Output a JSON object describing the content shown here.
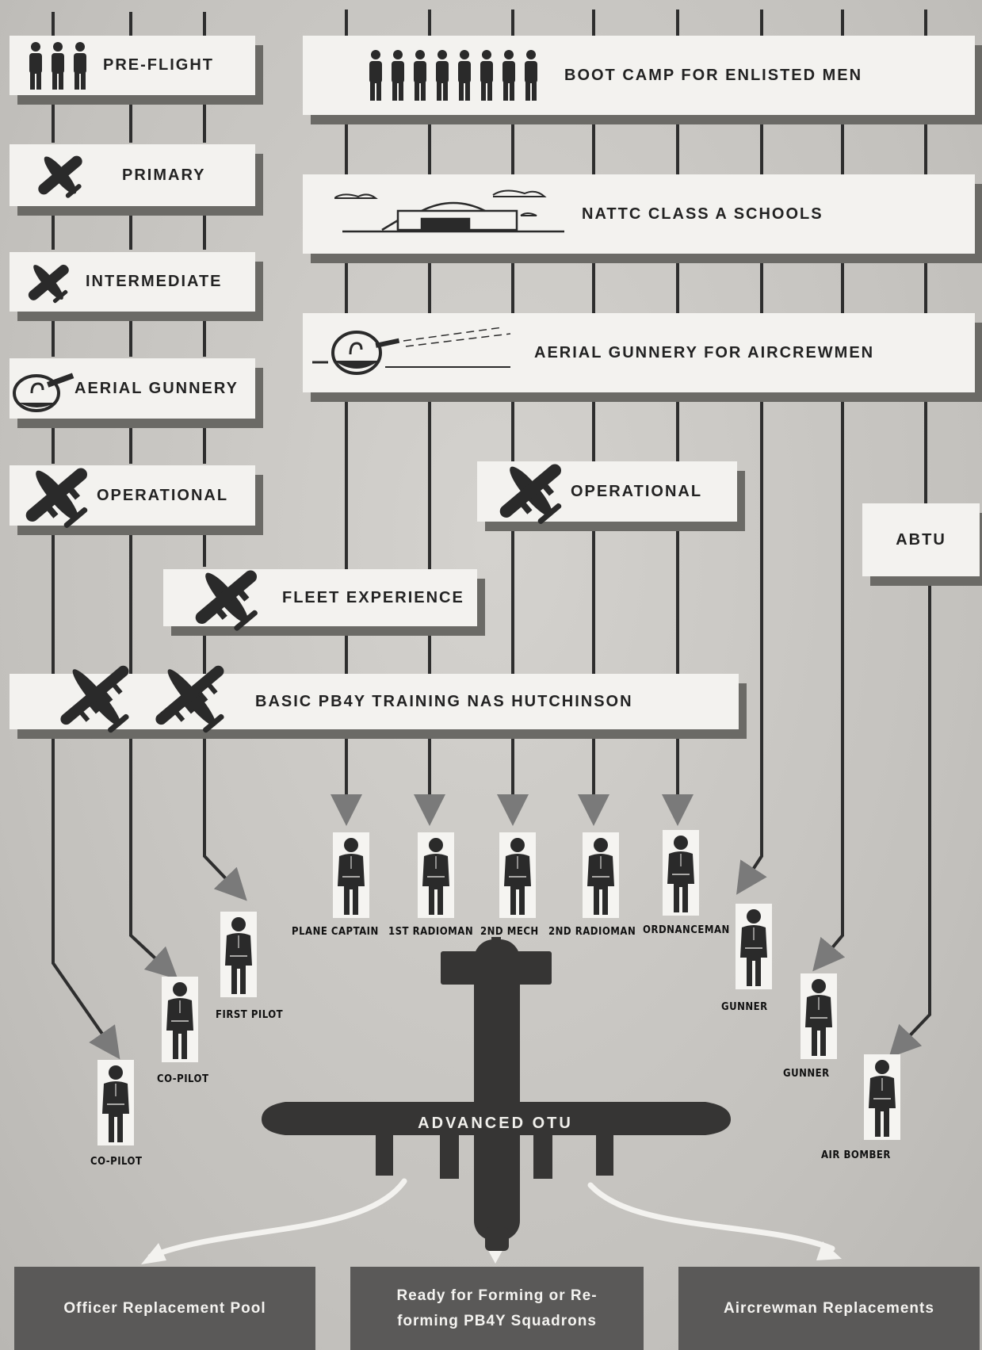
{
  "officer_track": {
    "preflight": "PRE-FLIGHT",
    "primary": "PRIMARY",
    "intermediate": "INTERMEDIATE",
    "aerial_gunnery": "AERIAL GUNNERY",
    "operational": "OPERATIONAL",
    "fleet_experience": "FLEET EXPERIENCE"
  },
  "enlisted_track": {
    "boot_camp": "BOOT CAMP FOR ENLISTED MEN",
    "nattc": "NATTC CLASS A SCHOOLS",
    "aerial_gunnery": "AERIAL GUNNERY FOR AIRCREWMEN",
    "operational": "OPERATIONAL",
    "abtu": "ABTU"
  },
  "basic_training": "BASIC PB4Y TRAINING NAS HUTCHINSON",
  "crew": {
    "co_pilot_1": "CO-PILOT",
    "co_pilot_2": "CO-PILOT",
    "first_pilot": "FIRST PILOT",
    "plane_captain": "PLANE CAPTAIN",
    "radioman_1st": "1ST RADIOMAN",
    "mech_2nd": "2ND MECH",
    "radioman_2nd": "2ND RADIOMAN",
    "ordnanceman": "ORDNANCEMAN",
    "gunner_1": "GUNNER",
    "gunner_2": "GUNNER",
    "air_bomber": "AIR BOMBER"
  },
  "advanced": "ADVANCED OTU",
  "destinations": {
    "officer_pool": "Officer Replacement Pool",
    "squadrons": "Ready for Forming or Re-forming PB4Y Squadrons",
    "aircrewman": "Aircrewman Replacements"
  },
  "colors": {
    "box": "#f3f2ef",
    "shadow": "#6b6a66",
    "line": "#333333",
    "arrow": "#777777",
    "dest": "#5a5958",
    "silhouette": "#2a2a2a"
  }
}
